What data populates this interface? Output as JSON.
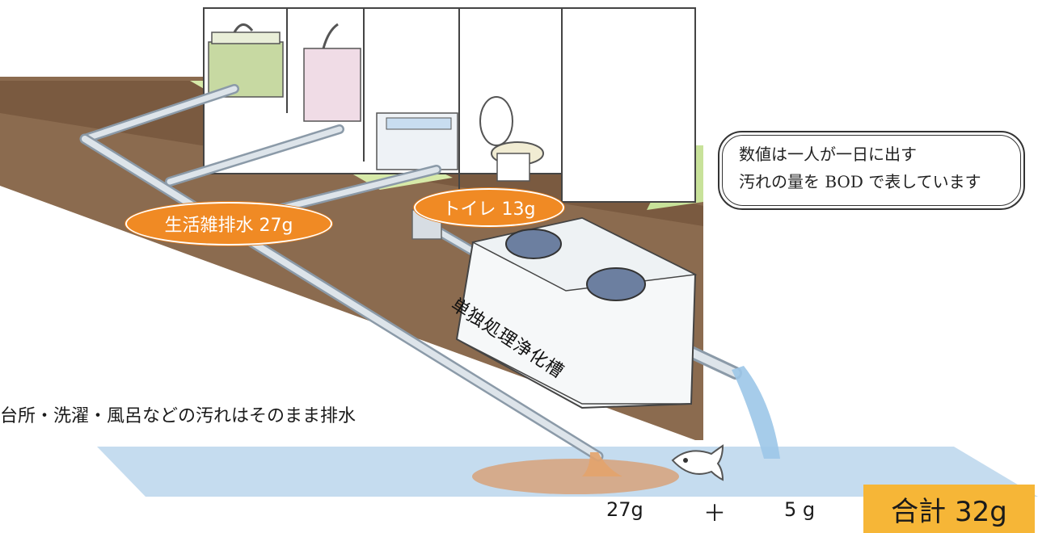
{
  "labels": {
    "zatsu_haisui": "生活雑排水 27g",
    "toilet": "トイレ 13g",
    "tank": "単独処理浄化槽",
    "drain_note": "台所・洗濯・風呂などの汚れはそのまま排水",
    "note_line1": "数値は一人が一日に出す",
    "note_line2": "汚れの量を BOD で表しています"
  },
  "sum": {
    "left_value": "27g",
    "operator": "＋",
    "right_value": "5 g",
    "total": "合計 32g"
  },
  "colors": {
    "pill": "#f08a24",
    "total_box": "#f6b637",
    "ground": "#8a6a4e",
    "grass": "#d4e8a6",
    "water": "#b9d6ee"
  }
}
